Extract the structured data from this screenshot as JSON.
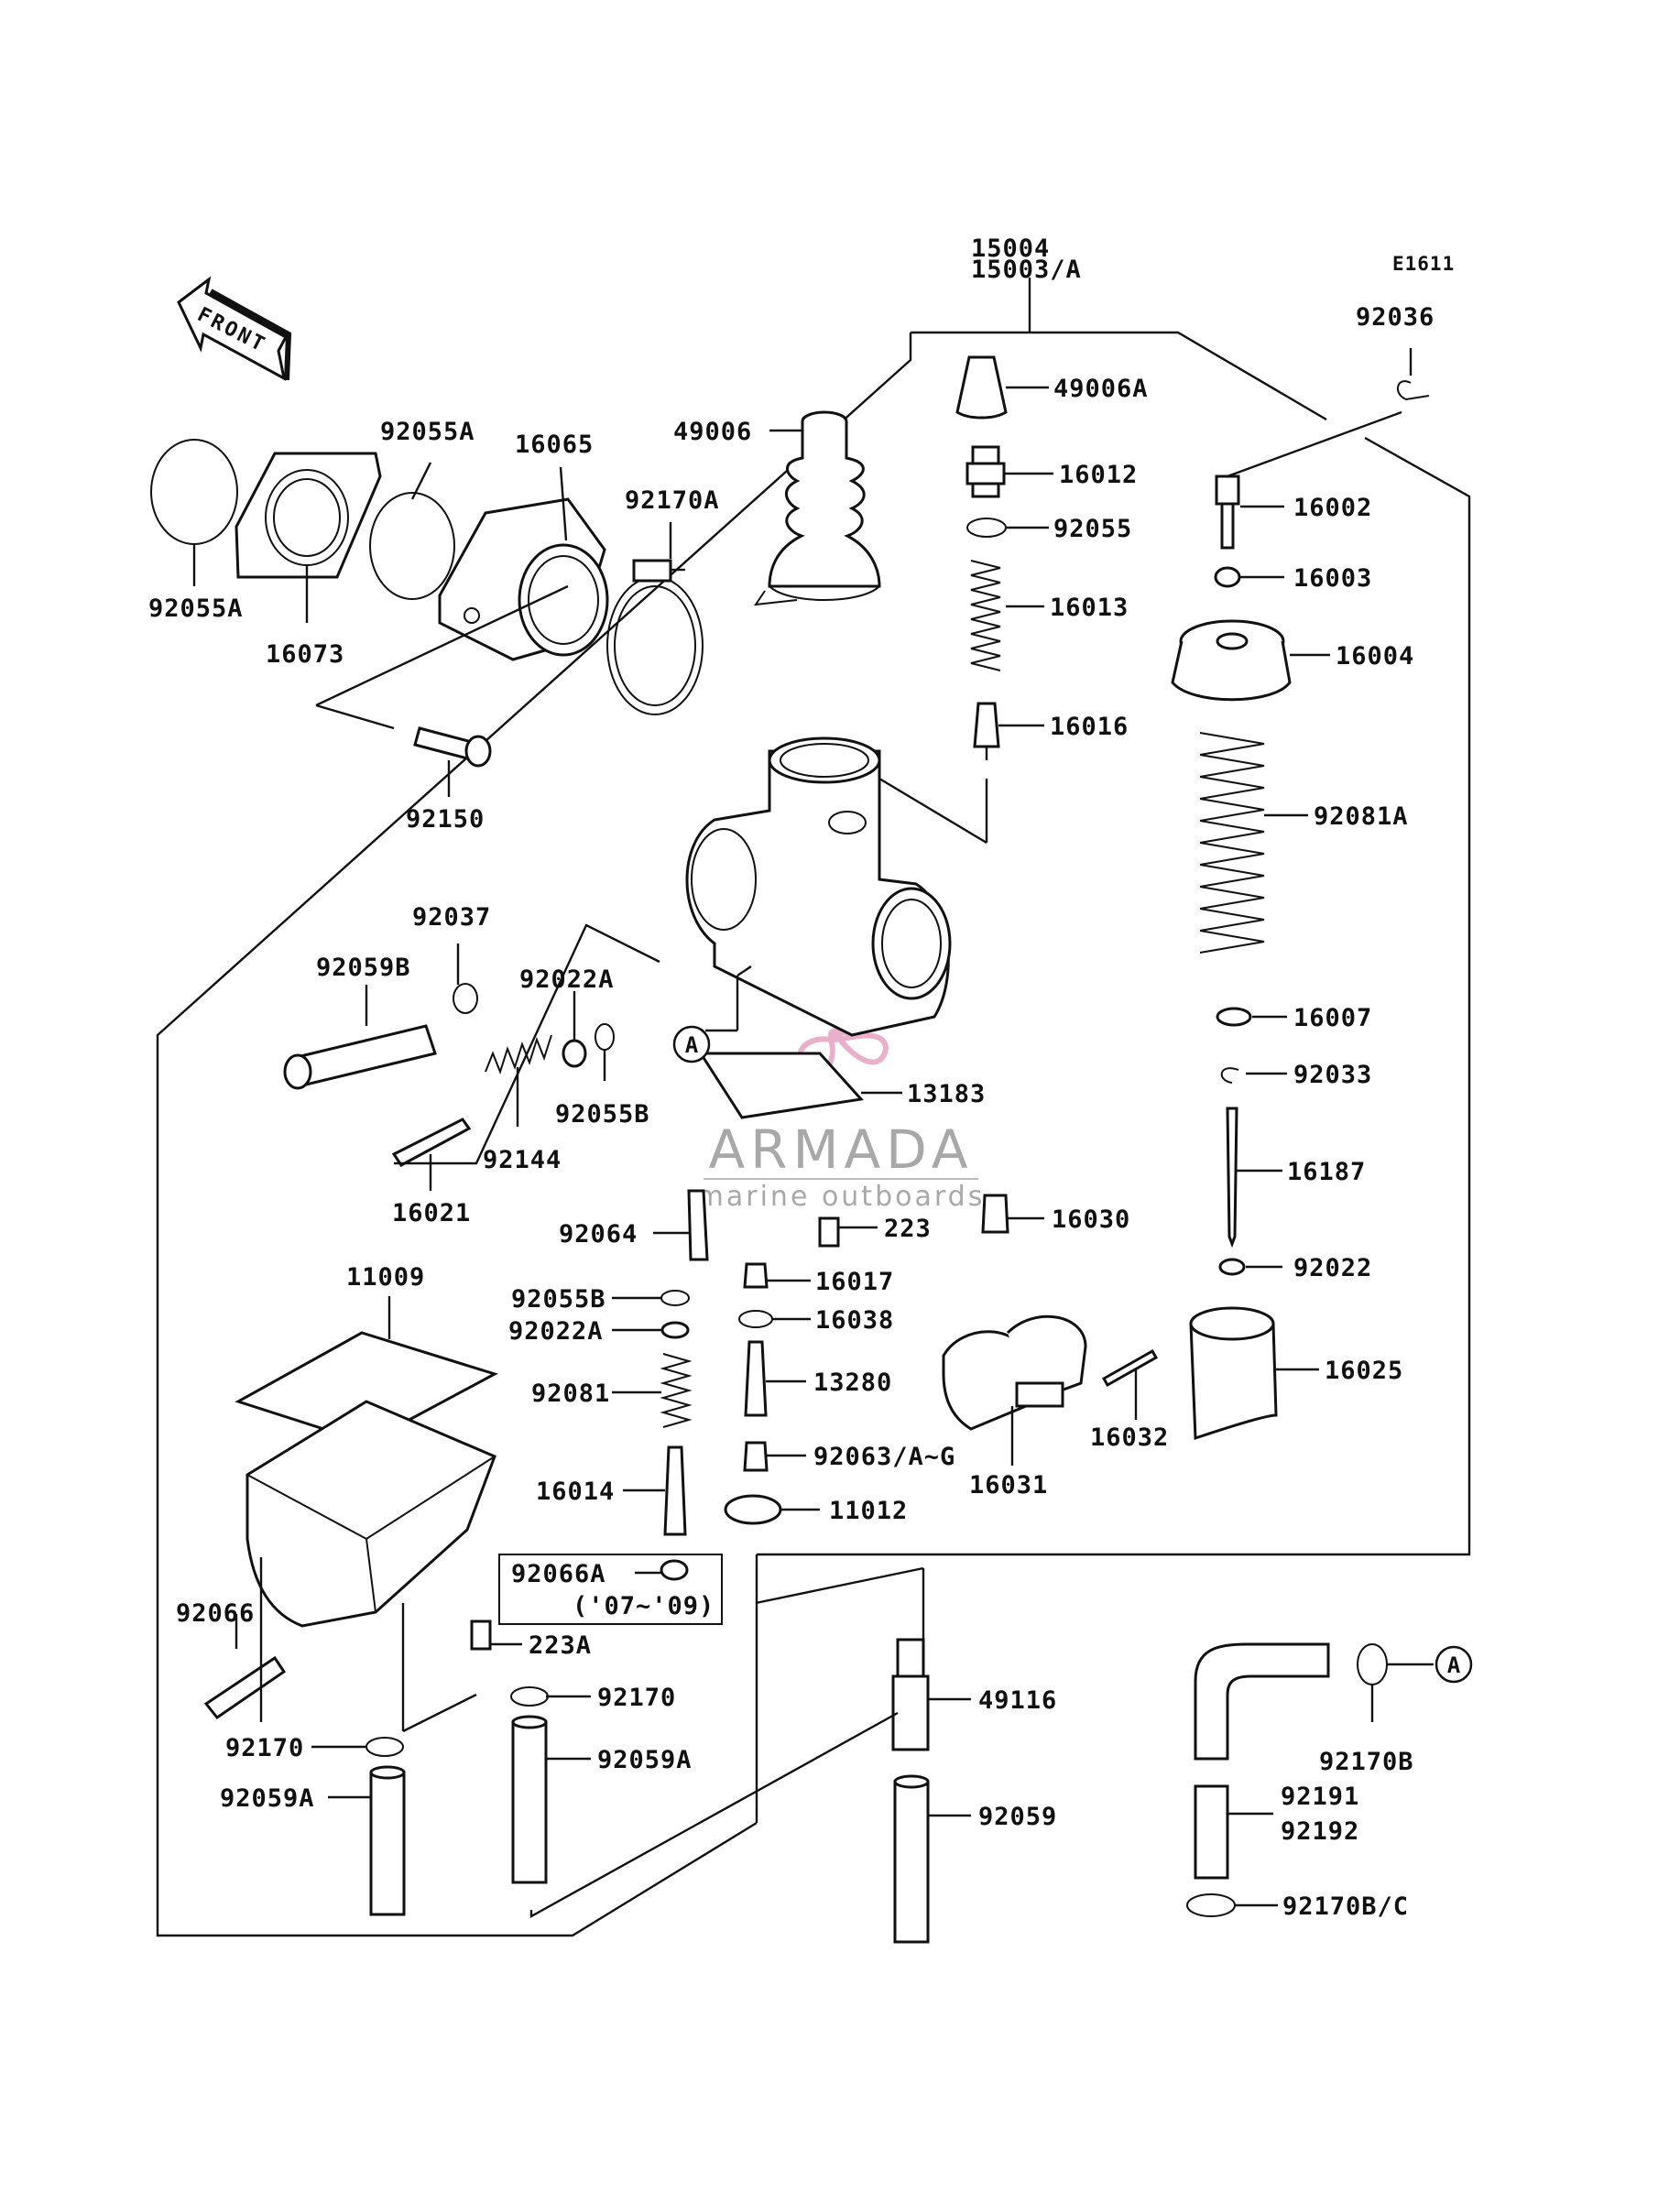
{
  "diagram": {
    "code": "E1611",
    "front_label": "FRONT",
    "ref_marker": "A",
    "note_years": "('07~'09)",
    "watermark": {
      "brand": "ARMADA",
      "tagline": "marine outboards"
    },
    "parts": {
      "p15004": "15004",
      "p15003a": "15003/A",
      "p92036": "92036",
      "p49006a": "49006A",
      "p49006": "49006",
      "p16012": "16012",
      "p92055": "92055",
      "p16002": "16002",
      "p16003": "16003",
      "p16013": "16013",
      "p16004": "16004",
      "p16016": "16016",
      "p92055a_top": "92055A",
      "p16065": "16065",
      "p92170a": "92170A",
      "p92055a_left": "92055A",
      "p16073": "16073",
      "p92150": "92150",
      "p92081a": "92081A",
      "p92037": "92037",
      "p92059b": "92059B",
      "p92022a_top": "92022A",
      "p16007": "16007",
      "p92033": "92033",
      "p13183": "13183",
      "p92055b_top": "92055B",
      "p92144": "92144",
      "p16187": "16187",
      "p16021": "16021",
      "p16030": "16030",
      "p223": "223",
      "p92064": "92064",
      "p92022": "92022",
      "p11009": "11009",
      "p16017": "16017",
      "p92055b_mid": "92055B",
      "p16038": "16038",
      "p92022a_mid": "92022A",
      "p16025": "16025",
      "p13280": "13280",
      "p92081": "92081",
      "p16032": "16032",
      "p92063": "92063/A~G",
      "p16031": "16031",
      "p16014": "16014",
      "p11012": "11012",
      "p92066a": "92066A",
      "p92066": "92066",
      "p223a": "223A",
      "p92170_right": "92170",
      "p49116": "49116",
      "p92170b": "92170B",
      "p92170_left": "92170",
      "p92059a_right": "92059A",
      "p92191": "92191",
      "p92059a_left": "92059A",
      "p92059": "92059",
      "p92192": "92192",
      "p92170bc": "92170B/C"
    }
  }
}
